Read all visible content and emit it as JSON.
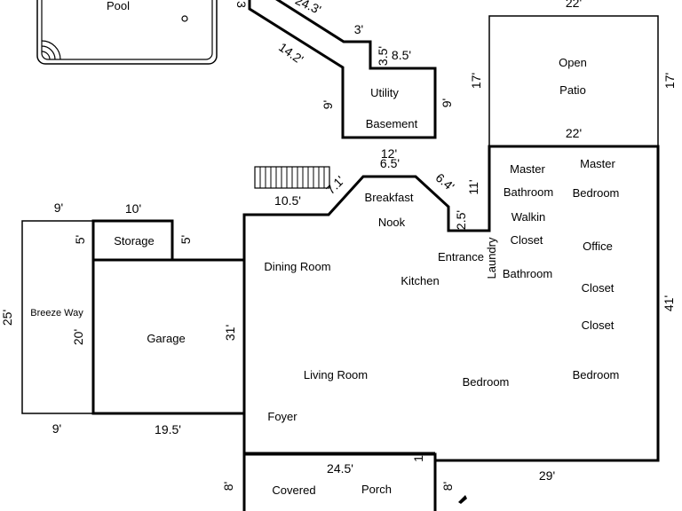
{
  "rooms": {
    "pool": "Pool",
    "utility": "Utility",
    "basement": "Basement",
    "open": "Open",
    "patio": "Patio",
    "master_top": "Master",
    "bathroom": "Bathroom",
    "walkin": "Walkin",
    "closet": "Closet",
    "master_right": "Master",
    "bedroom": "Bedroom",
    "office": "Office",
    "breakfast": "Breakfast",
    "nook": "Nook",
    "storage": "Storage",
    "breezeway": "Breeze Way",
    "garage": "Garage",
    "dining": "Dining Room",
    "entrance": "Entrance",
    "laundry": "Laundry",
    "kitchen": "Kitchen",
    "bathroom2": "Bathroom",
    "closet2": "Closet",
    "closet3": "Closet",
    "living": "Living Room",
    "bedroom2": "Bedroom",
    "bedroom3": "Bedroom",
    "foyer": "Foyer",
    "covered": "Covered",
    "porch": "Porch"
  },
  "dims": {
    "d_24_3": "24.3'",
    "d_3": "3'",
    "d_3_5": "3.5'",
    "d_8_5": "8.5'",
    "d_14_2": "14.2'",
    "d_9_left": "9'",
    "d_9_right": "9'",
    "d_22_top": "22'",
    "d_17_left": "17'",
    "d_17_right": "17'",
    "d_22_mid": "22'",
    "d_12": "12'",
    "d_6_5": "6.5'",
    "d_6_4": "6.4'",
    "d_7_1": "7.1'",
    "d_10_5": "10.5'",
    "d_2_5": "2.5'",
    "d_11": "11'",
    "d_9_breeze_top": "9'",
    "d_10_storage": "10'",
    "d_5_a": "5'",
    "d_5_b": "5'",
    "d_25": "25'",
    "d_20": "20'",
    "d_31": "31'",
    "d_41": "41'",
    "d_9_bottom": "9'",
    "d_19_5": "19.5'",
    "d_24_5": "24.5'",
    "d_1": "1",
    "d_8_left": "8'",
    "d_8_right": "8'",
    "d_29": "29'",
    "d_3_edge": "3"
  }
}
